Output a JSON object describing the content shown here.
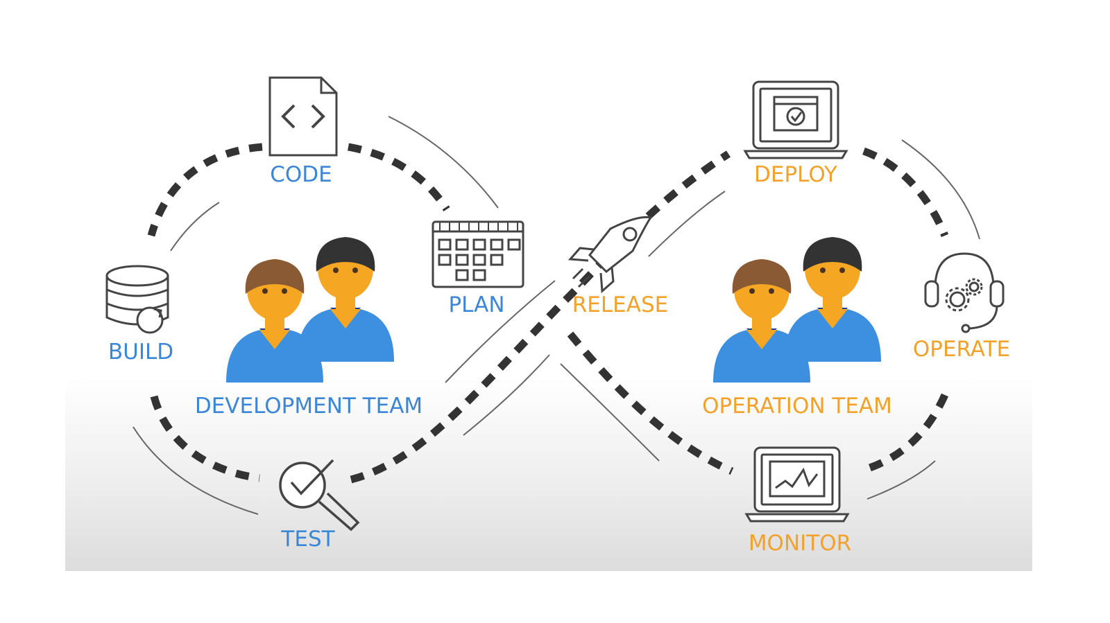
{
  "development": {
    "team_label": "DEVELOPMENT TEAM",
    "stages": {
      "code": "CODE",
      "plan": "PLAN",
      "build": "BUILD",
      "test": "TEST"
    }
  },
  "operations": {
    "team_label": "OPERATION TEAM",
    "stages": {
      "release": "RELEASE",
      "deploy": "DEPLOY",
      "operate": "OPERATE",
      "monitor": "MONITOR"
    }
  },
  "colors": {
    "dev_text": "#3b86d6",
    "ops_text": "#f2a22a",
    "loop_dashes": "#333333",
    "icon_stroke": "#444444",
    "skin": "#f5a623",
    "shirt": "#3d8fe0",
    "collar": "#1f3c99"
  },
  "icons": [
    "code-file-icon",
    "calendar-icon",
    "database-icon",
    "magnifier-check-icon",
    "rocket-icon",
    "laptop-check-icon",
    "headset-gears-icon",
    "laptop-chart-icon",
    "people-icon"
  ]
}
